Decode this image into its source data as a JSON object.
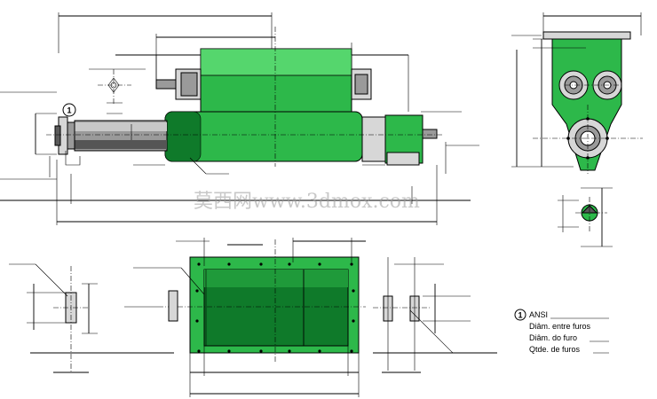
{
  "watermark": "莫西网www.3dmox.com",
  "callout": {
    "number": "1",
    "labels": [
      "ANSI",
      "Diâm. entre furos",
      "Diâm. do furo",
      "Qtde. de furos"
    ]
  },
  "colors": {
    "body_green": "#2db84a",
    "dark_green": "#0f7a2a",
    "shaft_grey": "#9a9a9a",
    "line": "#000000"
  },
  "icons": [
    "flange-callout-icon",
    "bolt-hole-icon"
  ]
}
